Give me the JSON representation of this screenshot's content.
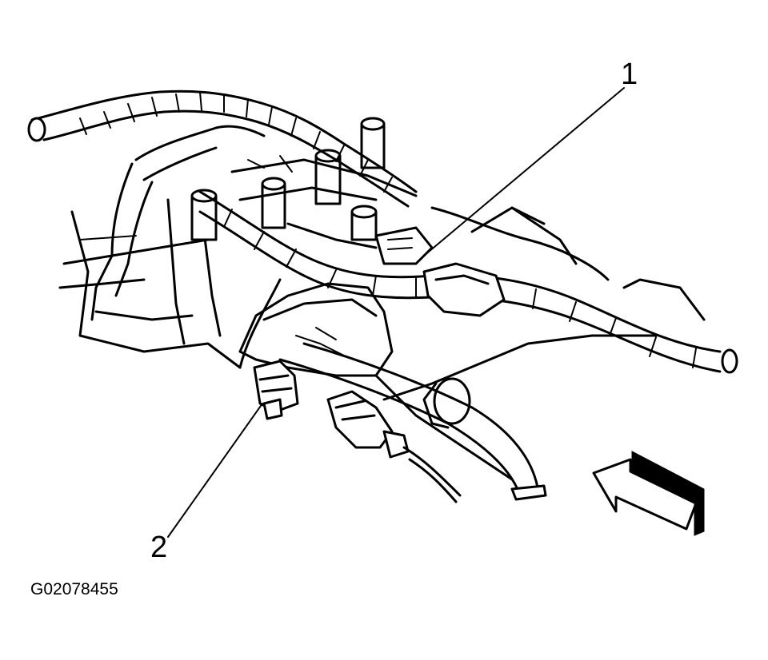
{
  "diagram": {
    "callouts": [
      {
        "id": "c1",
        "label": "1"
      },
      {
        "id": "c2",
        "label": "2"
      }
    ],
    "figure_id": "G02078455",
    "colors": {
      "line": "#000000",
      "background": "#ffffff"
    },
    "icons": [
      "view-direction-arrow-icon"
    ]
  }
}
